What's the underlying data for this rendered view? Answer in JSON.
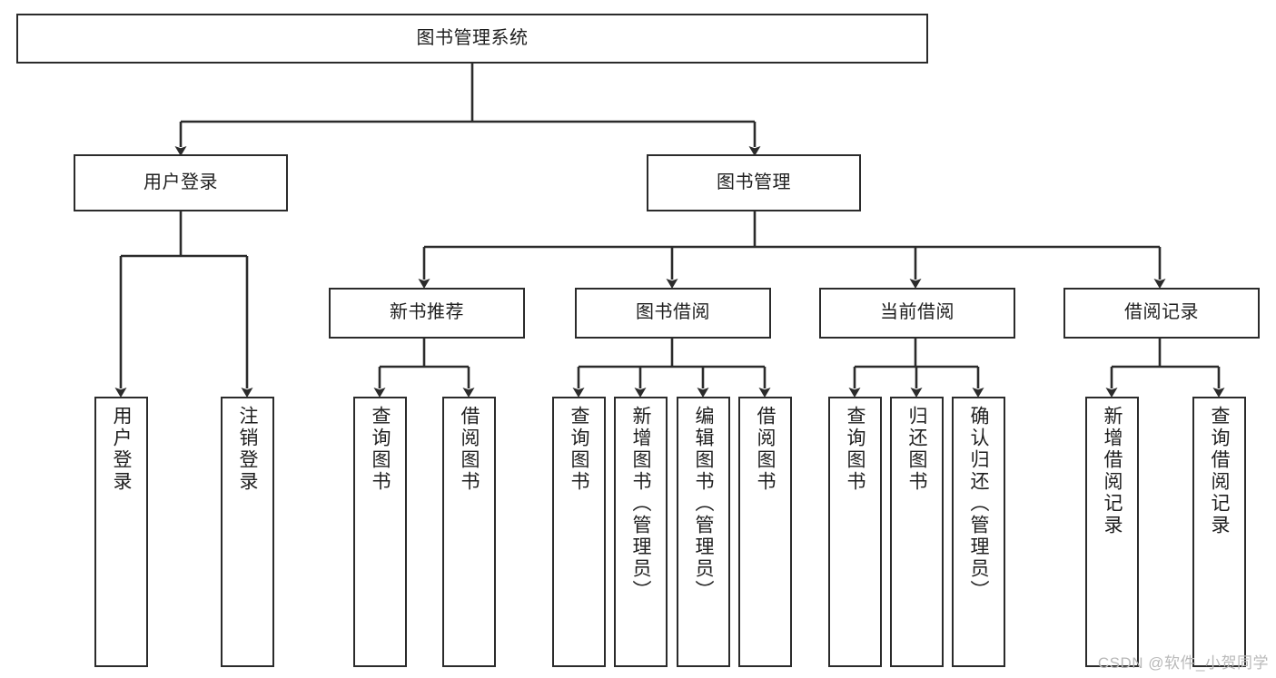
{
  "diagram": {
    "title": "图书管理系统",
    "type": "tree-hierarchy",
    "watermark": "CSDN @软件_小贺同学",
    "colors": {
      "background": "#ffffff",
      "box_border": "#2b2b2b",
      "box_fill": "#ffffff",
      "text": "#1f1f1f",
      "connector": "#2b2b2b",
      "watermark": "#b9b9b9"
    },
    "root": {
      "label": "图书管理系统"
    },
    "level1": [
      {
        "label": "用户登录"
      },
      {
        "label": "图书管理"
      }
    ],
    "level2": [
      {
        "label": "新书推荐"
      },
      {
        "label": "图书借阅"
      },
      {
        "label": "当前借阅"
      },
      {
        "label": "借阅记录"
      }
    ],
    "leaves": {
      "user_login": [
        {
          "label": "用户登录"
        },
        {
          "label": "注销登录"
        }
      ],
      "new_book_recommend": [
        {
          "label": "查询图书"
        },
        {
          "label": "借阅图书"
        }
      ],
      "book_borrow": [
        {
          "label": "查询图书"
        },
        {
          "label": "新增图书（管理员）"
        },
        {
          "label": "编辑图书（管理员）"
        },
        {
          "label": "借阅图书"
        }
      ],
      "current_borrow": [
        {
          "label": "查询图书"
        },
        {
          "label": "归还图书"
        },
        {
          "label": "确认归还（管理员）"
        }
      ],
      "borrow_record": [
        {
          "label": "新增借阅记录"
        },
        {
          "label": "查询借阅记录"
        }
      ]
    }
  }
}
